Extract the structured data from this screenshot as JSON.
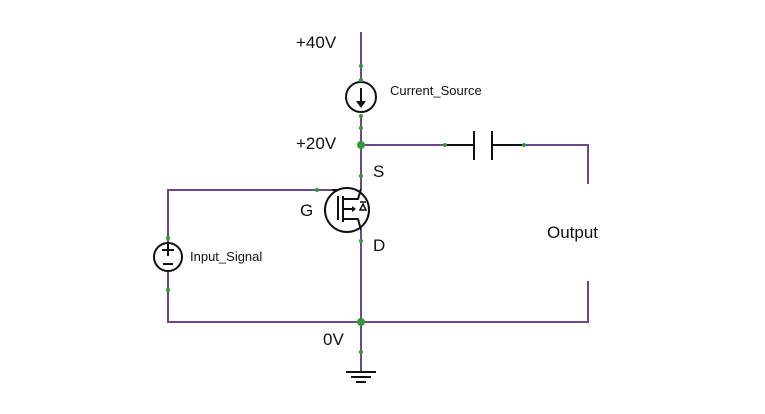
{
  "nodes": {
    "supply_label": "+40V",
    "source_node_label": "+20V",
    "ground_label": "0V"
  },
  "components": {
    "current_source_label": "Current_Source",
    "input_signal_label": "Input_Signal",
    "mosfet_gate_label": "G",
    "mosfet_source_label": "S",
    "mosfet_drain_label": "D"
  },
  "output": {
    "label": "Output"
  },
  "colors": {
    "wire": "#6a4a8c",
    "pin": "#2f9a3a",
    "component": "#111111"
  }
}
